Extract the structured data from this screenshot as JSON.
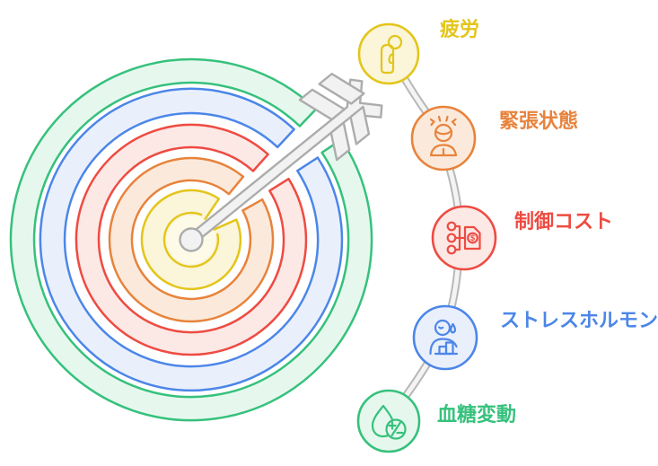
{
  "palette": {
    "yellow": "#E3C51B",
    "yellow-fill": "#FBF5D9",
    "yellow-fill-light": "#FDFAE8",
    "orange": "#E8833C",
    "orange-fill": "#FBEADB",
    "red": "#EE4B42",
    "red-fill": "#FCE8E5",
    "blue": "#4C86E8",
    "blue-fill": "#E9F0FC",
    "green": "#36C17C",
    "green-fill": "#E6F8EE",
    "gray-stroke": "#ACACAC",
    "gray-fill": "#F2F2F2",
    "connector": "#B8B8B8",
    "connector-core": "#F4F4F4"
  },
  "target": {
    "rings_outer_to_inner": [
      "green",
      "blue",
      "red",
      "orange",
      "yellow"
    ],
    "arrow": "gray arrow piercing bullseye from upper right"
  },
  "nodes": [
    {
      "label": "疲労",
      "color_key": "yellow",
      "icon": "tired-person-icon"
    },
    {
      "label": "緊張状態",
      "color_key": "orange",
      "icon": "stressed-person-icon"
    },
    {
      "label": "制御コスト",
      "color_key": "red",
      "icon": "control-cost-icon"
    },
    {
      "label": "ストレスホルモン",
      "color_key": "blue",
      "icon": "stress-hormone-icon"
    },
    {
      "label": "血糖変動",
      "color_key": "green",
      "icon": "glucose-variation-icon"
    }
  ],
  "icons": {
    "dollar_sign": "$"
  }
}
